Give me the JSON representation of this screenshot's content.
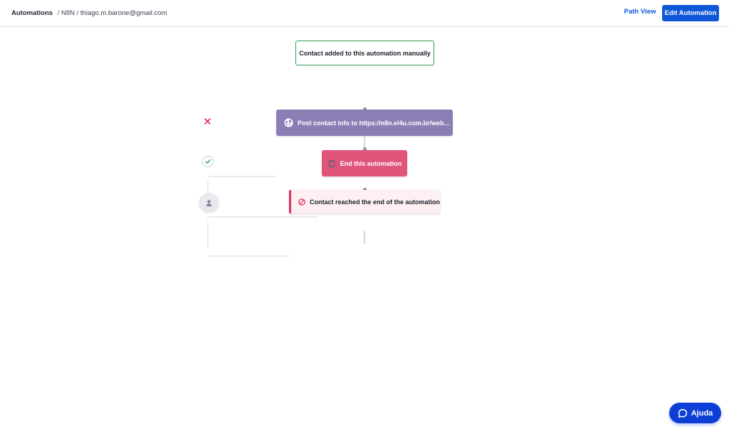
{
  "header": {
    "breadcrumb_root": "Automations",
    "breadcrumb_separator": "/",
    "breadcrumb_automation": "N8N / thiago.m.barone@gmail.com",
    "path_view_label": "Path View",
    "edit_button_label": "Edit Automation"
  },
  "workflow": {
    "trigger_label": "Contact added to this automation manually",
    "webhook_label": "Post contact info to https://n8n.el4u.com.br/web...",
    "end_action_label": "End this automation",
    "end_state_label": "Contact reached the end of the automation."
  },
  "help": {
    "label": "Ajuda"
  },
  "colors": {
    "primary": "#0d57d8",
    "trigger_border": "#2c9a4b",
    "webhook": "#8d7db5",
    "end_action": "#e0557b",
    "end_state_accent": "#e0305e",
    "help_button": "#0d3fd6"
  },
  "icons": {
    "webhook": "globe-icon",
    "end_action": "sync-icon",
    "end_state": "no-entry-icon",
    "fail_branch": "x-icon",
    "success_branch": "check-icon",
    "contact": "person-icon",
    "help": "chat-bubble-icon"
  }
}
